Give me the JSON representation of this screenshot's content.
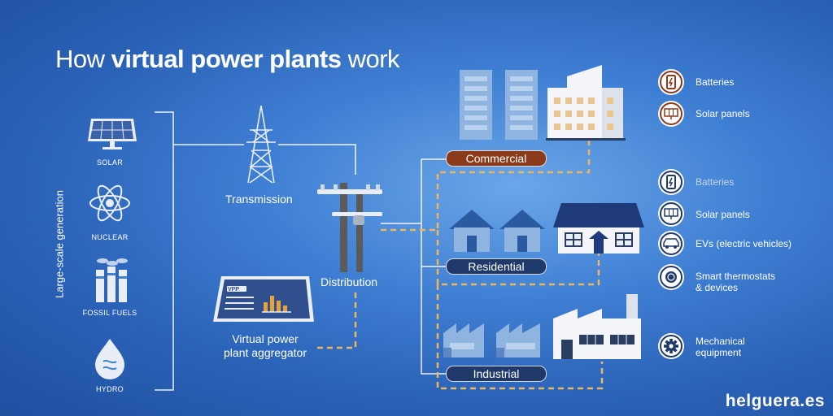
{
  "title": {
    "prefix": "How ",
    "bold": "virtual power plants",
    "suffix": " work"
  },
  "generation": {
    "axis_label": "Large-scale generation",
    "sources": [
      {
        "label": "SOLAR",
        "icon": "solar-panel-icon"
      },
      {
        "label": "NUCLEAR",
        "icon": "atom-icon"
      },
      {
        "label": "FOSSIL FUELS",
        "icon": "smokestack-icon"
      },
      {
        "label": "HYDRO",
        "icon": "water-drop-icon"
      }
    ]
  },
  "nodes": {
    "transmission": "Transmission",
    "distribution": "Distribution",
    "aggregator": "Virtual power\nplant aggregator",
    "aggregator_badge": "VPP"
  },
  "sectors": {
    "commercial": "Commercial",
    "residential": "Residential",
    "industrial": "Industrial"
  },
  "legend": {
    "commercial": [
      {
        "label": "Batteries",
        "icon": "battery-icon"
      },
      {
        "label": "Solar panels",
        "icon": "solar-panel-icon"
      }
    ],
    "residential": [
      {
        "label": "Batteries",
        "icon": "battery-icon"
      },
      {
        "label": "Solar panels",
        "icon": "solar-panel-icon"
      },
      {
        "label": "EVs (electric vehicles)",
        "icon": "car-icon"
      },
      {
        "label": "Smart thermostats\n& devices",
        "icon": "thermostat-icon"
      }
    ],
    "industrial": [
      {
        "label": "Mechanical\nequipment",
        "icon": "gear-icon"
      }
    ]
  },
  "colors": {
    "commercial": "#8b3a1a",
    "residential": "#1f3a6a",
    "industrial": "#1f3a6a",
    "dashed_line": "#e7b860"
  },
  "watermark": "helguera.es"
}
